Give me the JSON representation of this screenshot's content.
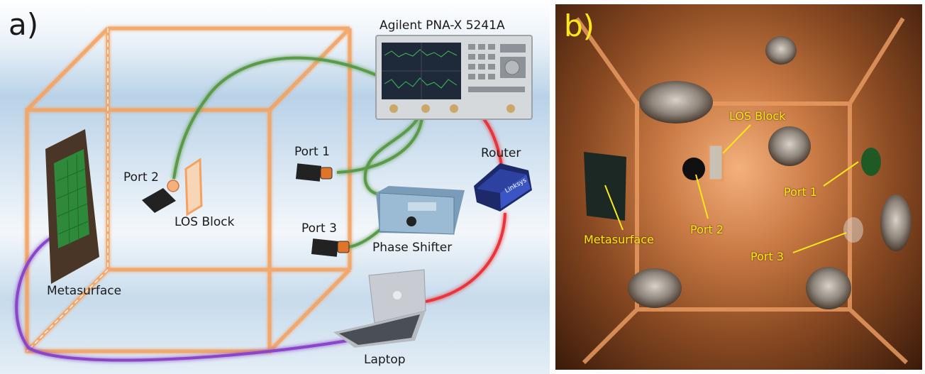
{
  "panel_a": {
    "letter": "a)",
    "instrument": "Agilent PNA-X 5241A",
    "port1": "Port 1",
    "port2": "Port 2",
    "port3": "Port 3",
    "los_block": "LOS Block",
    "metasurface": "Metasurface",
    "phase_shifter": "Phase Shifter",
    "router": "Router",
    "laptop": "Laptop",
    "router_brand": "Linksys"
  },
  "panel_b": {
    "letter": "b)",
    "los_block": "LOS Block",
    "port1": "Port 1",
    "port2": "Port 2",
    "port3": "Port 3",
    "metasurface": "Metasurface"
  },
  "colors": {
    "cage_orange": "#f4a261",
    "cable_green": "#5a9a4a",
    "cable_red": "#e8343a",
    "cable_purple": "#8a44c8",
    "annotation_yellow": "#ffe81a"
  }
}
